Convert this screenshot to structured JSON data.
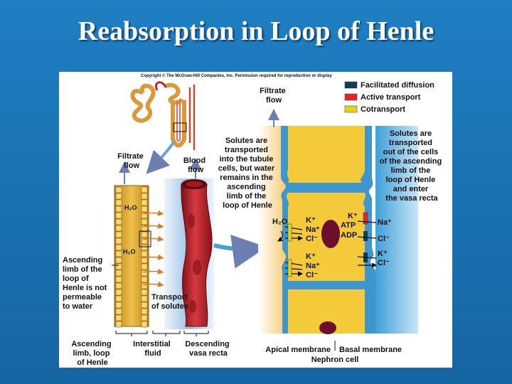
{
  "slide": {
    "title": "Reabsorption in Loop of Henle"
  },
  "figure": {
    "copyright": "Copyright © The McGraw-Hill Companies, Inc. Permission required for reproduction or display",
    "legend": [
      {
        "label": "Facilitated diffusion",
        "color": "#123f4f"
      },
      {
        "label": "Active transport",
        "color": "#e0262b"
      },
      {
        "label": "Cotransport",
        "color": "#e6d21e"
      }
    ],
    "labels": {
      "filtrate_flow_left": [
        "Filtrate",
        "flow"
      ],
      "blood_flow": [
        "Blood",
        "flow"
      ],
      "filtrate_flow_right": [
        "Filtrate",
        "flow"
      ],
      "ascending_impermeable": [
        "Ascending",
        "limb of the",
        "loop of",
        "Henle is not",
        "permeable",
        "to water"
      ],
      "transport_of_solutes": [
        "Transport",
        "of solutes"
      ],
      "bottom_ascending": [
        "Ascending",
        "limb, loop",
        "of Henle"
      ],
      "bottom_interstitial": [
        "Interstitial",
        "fluid"
      ],
      "bottom_descending": [
        "Descending",
        "vasa recta"
      ],
      "solutes_into_tubule": [
        "Solutes are",
        "transported",
        "into the tubule",
        "cells, but water",
        "remains in the",
        "ascending",
        "limb of the",
        "loop of Henle"
      ],
      "solutes_out": [
        "Solutes are",
        "transported",
        "out of the cells",
        "of the ascending",
        "limb of the",
        "loop of Henle",
        "and enter",
        "the vasa recta"
      ],
      "apical_membrane": "Apical membrane",
      "basal_membrane": "Basal membrane",
      "nephron_cell": "Nephron cell"
    },
    "molecules": {
      "h2o": "H₂O",
      "h2o_left": "H₂O",
      "h2o_left2": "H₂O",
      "k": "K⁺",
      "na": "Na⁺",
      "cl": "Cl⁻",
      "k2": "K⁺",
      "na2": "Na⁺",
      "cl2": "Cl⁻",
      "k_out": "K⁺",
      "atp": "ATP",
      "adp": "ADP",
      "na_out": "Na⁺",
      "cl_out": "Cl⁻",
      "k_out2": "K⁺",
      "cl_out2": "Cl⁻"
    }
  }
}
